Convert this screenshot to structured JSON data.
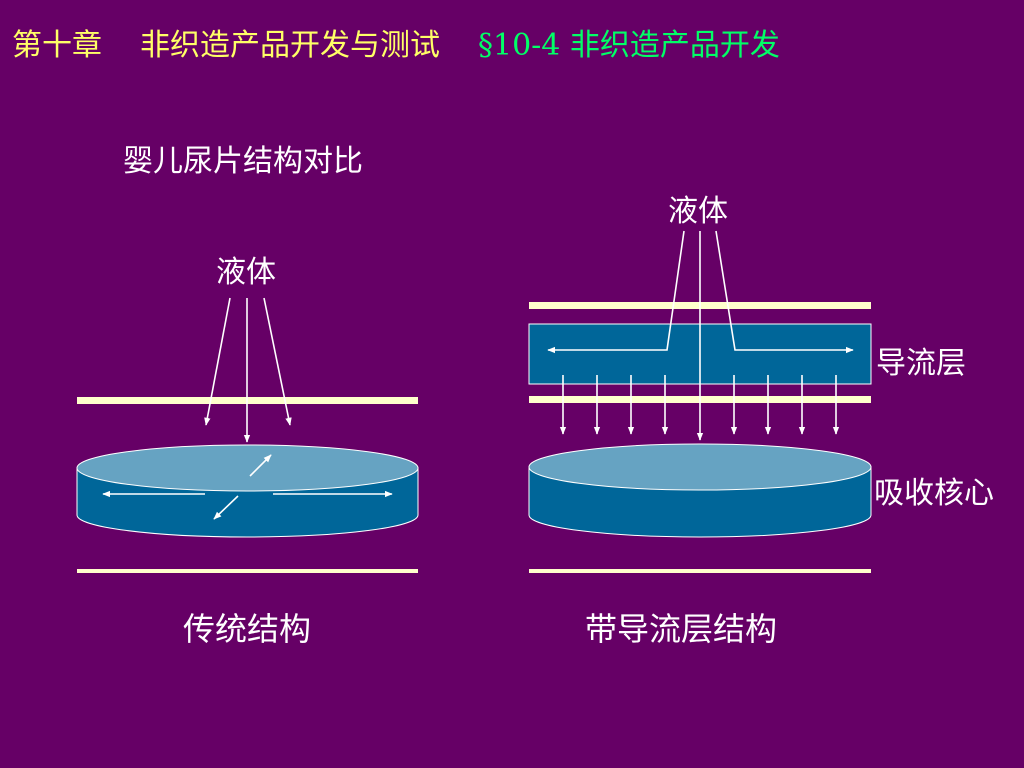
{
  "header": {
    "chapter": "第十章",
    "chapter_title": "非织造产品开发与测试",
    "section": "§10-4  非织造产品开发"
  },
  "subtitle": "婴儿尿片结构对比",
  "labels": {
    "liquid_left": "液体",
    "liquid_right": "液体",
    "flow_layer": "导流层",
    "absorbent_core": "吸收核心"
  },
  "captions": {
    "traditional": "传统结构",
    "with_flow_layer": "带导流层结构"
  },
  "colors": {
    "background": "#660066",
    "header_text": "#ffff66",
    "section_text": "#00ff66",
    "layer_line": "#ffffcc",
    "core_side": "#006699",
    "core_top": "#66a3c2",
    "arrow": "#ffffff"
  }
}
